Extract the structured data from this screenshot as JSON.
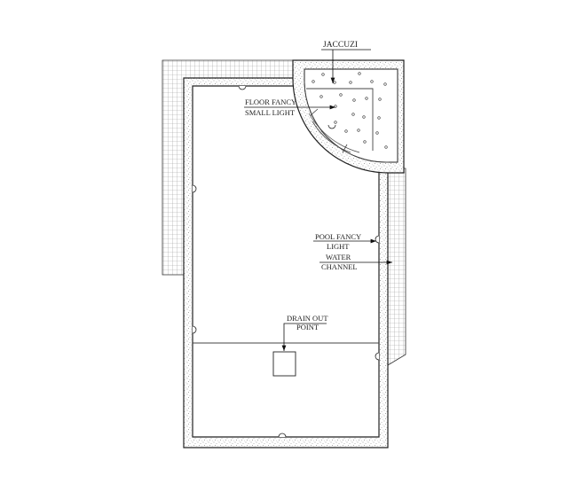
{
  "drawing": {
    "labels": {
      "jacuzzi": "JACCUZI",
      "floor_light_1": "FLOOR FANCY",
      "floor_light_2": "SMALL LIGHT",
      "pool_light_1": "POOL FANCY",
      "pool_light_2": "LIGHT",
      "water_channel_1": "WATER",
      "water_channel_2": "CHANNEL",
      "drain_1": "DRAIN OUT",
      "drain_2": "POINT"
    },
    "colors": {
      "line": "#222222",
      "background": "#ffffff"
    }
  }
}
